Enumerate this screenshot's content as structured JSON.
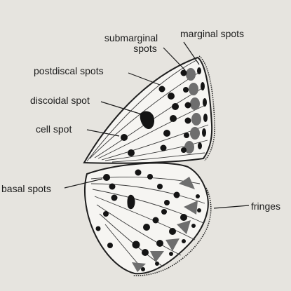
{
  "labels": {
    "submarginal_line1": "submarginal",
    "submarginal_line2": "spots",
    "marginal": "marginal spots",
    "postdiscal": "postdiscal spots",
    "discoidal": "discoidal spot",
    "cell": "cell spot",
    "basal": "basal spots",
    "fringes": "fringes"
  },
  "colors": {
    "background": "#e6e4df",
    "outline": "#1f1f1f",
    "spot": "#141414",
    "marginal_fill": "#6e6e6e",
    "vein": "#3a3a3a"
  }
}
